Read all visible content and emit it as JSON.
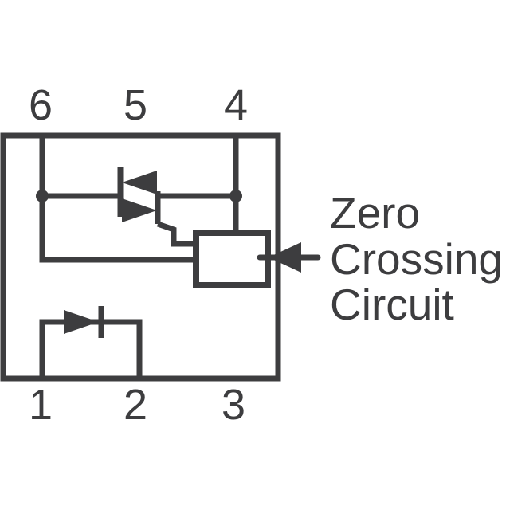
{
  "diagram": {
    "type": "optocoupler-triac-driver-schematic",
    "pin_labels": {
      "top": [
        "6",
        "5",
        "4"
      ],
      "bottom": [
        "1",
        "2",
        "3"
      ]
    },
    "annotation": {
      "line1": "Zero",
      "line2": "Crossing",
      "line3": "Circuit"
    },
    "icons": [
      "triac-icon",
      "led-diode-icon",
      "zero-crossing-box",
      "arrow-left-icon",
      "junction-dot"
    ]
  },
  "colors": {
    "stroke": "#3d3d3f",
    "background": "#ffffff"
  }
}
